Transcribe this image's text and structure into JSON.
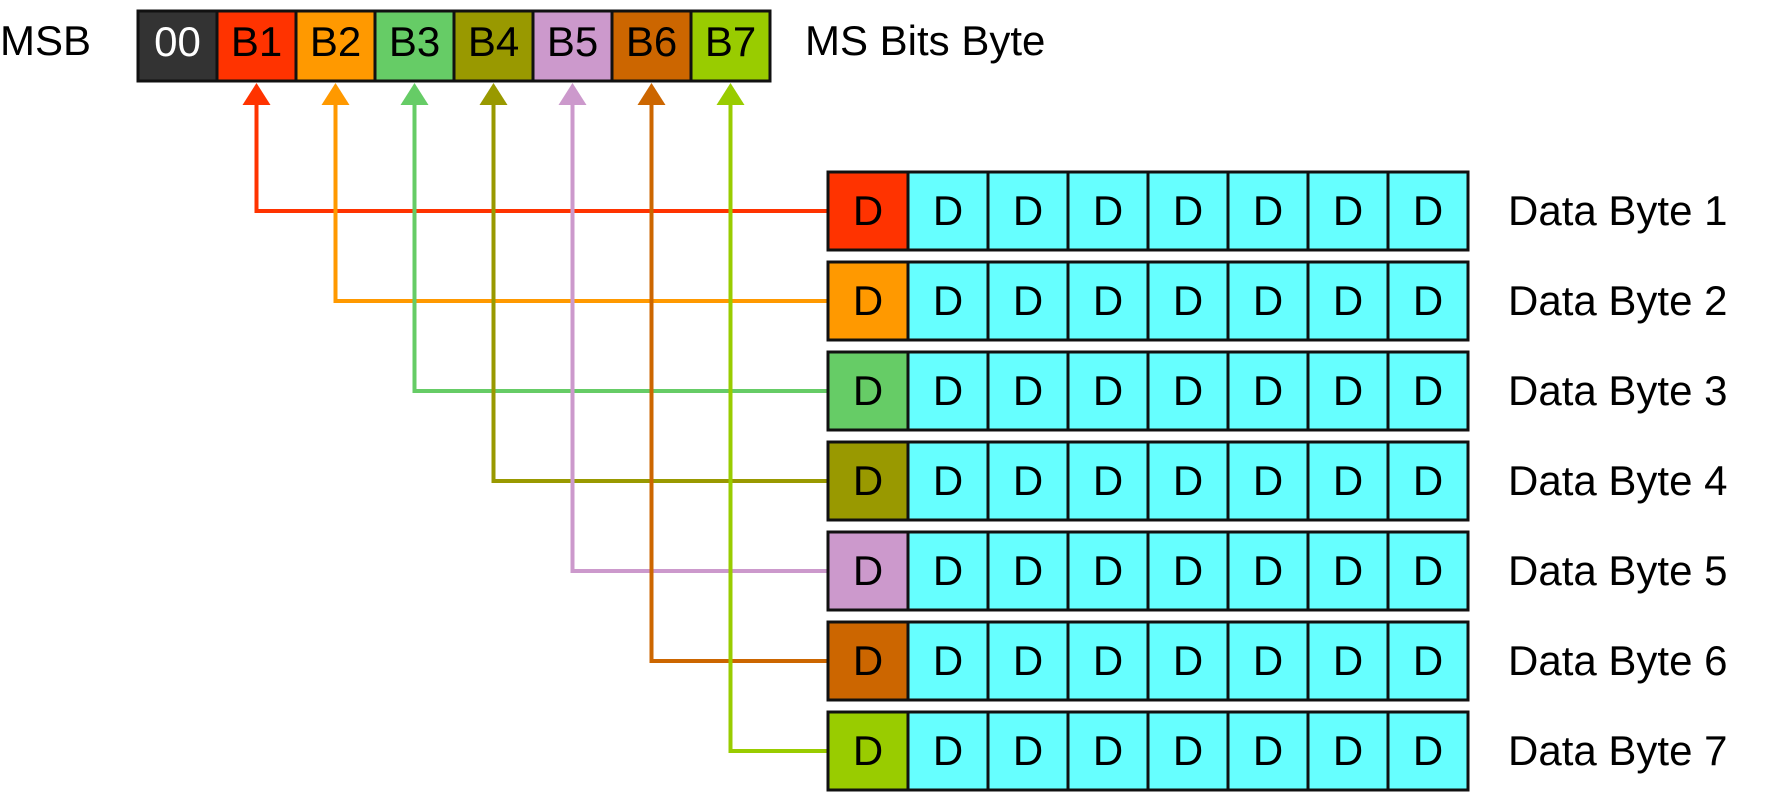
{
  "msb_label": "MSB",
  "ms_byte_label": "MS Bits Byte",
  "ms_byte_cells": [
    {
      "label": "00",
      "color": "#333333",
      "text_color": "#ffffff"
    },
    {
      "label": "B1",
      "color": "#FF3300",
      "text_color": "#000000"
    },
    {
      "label": "B2",
      "color": "#FF9900",
      "text_color": "#000000"
    },
    {
      "label": "B3",
      "color": "#66CC66",
      "text_color": "#000000"
    },
    {
      "label": "B4",
      "color": "#999900",
      "text_color": "#000000"
    },
    {
      "label": "B5",
      "color": "#CC99CC",
      "text_color": "#000000"
    },
    {
      "label": "B6",
      "color": "#CC6600",
      "text_color": "#000000"
    },
    {
      "label": "B7",
      "color": "#99CC00",
      "text_color": "#000000"
    }
  ],
  "data_cell_label": "D",
  "data_cell_color": "#66FFFF",
  "data_bytes": [
    {
      "label": "Data Byte 1",
      "first_color": "#FF3300"
    },
    {
      "label": "Data Byte 2",
      "first_color": "#FF9900"
    },
    {
      "label": "Data Byte 3",
      "first_color": "#66CC66"
    },
    {
      "label": "Data Byte 4",
      "first_color": "#999900"
    },
    {
      "label": "Data Byte 5",
      "first_color": "#CC99CC"
    },
    {
      "label": "Data Byte 6",
      "first_color": "#CC6600"
    },
    {
      "label": "Data Byte 7",
      "first_color": "#99CC00"
    }
  ],
  "cells_per_data_byte": 8
}
